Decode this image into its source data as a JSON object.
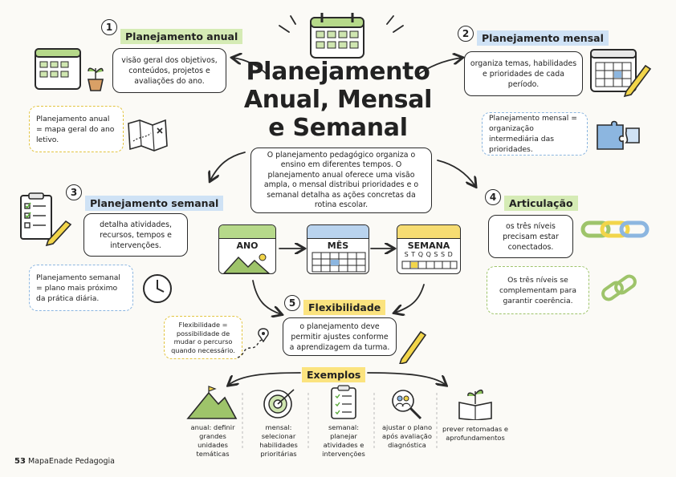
{
  "title": "Planejamento Anual, Mensal e Semanal",
  "title_lines": [
    "Planejamento",
    "Anual, Mensal",
    "e Semanal"
  ],
  "intro": "O planejamento pedagógico organiza o ensino em diferentes tempos. O planejamento anual oferece uma visão ampla, o mensal distribui prioridades e o semanal detalha as ações concretas da rotina escolar.",
  "sections": [
    {
      "number": "1",
      "title": "Planejamento anual",
      "text": "visão geral dos objetivos, conteúdos, projetos e avaliações do ano.",
      "note": "Planejamento anual = mapa geral do ano letivo."
    },
    {
      "number": "2",
      "title": "Planejamento mensal",
      "text": "organiza temas, habilidades e prioridades de cada período.",
      "note": "Planejamento mensal = organização intermediária das prioridades."
    },
    {
      "number": "3",
      "title": "Planejamento semanal",
      "text": "detalha atividades, recursos, tempos e intervenções.",
      "note": "Planejamento semanal = plano mais próximo da prática diária."
    },
    {
      "number": "4",
      "title": "Articulação",
      "text": "os três níveis precisam estar conectados.",
      "note": "Os três níveis se complementam para garantir coerência."
    },
    {
      "number": "5",
      "title": "Flexibilidade",
      "text": "o planejamento deve permitir ajustes conforme a aprendizagem da turma.",
      "note": "Flexibilidade = possibilidade de mudar o percurso quando necessário."
    }
  ],
  "calendars": {
    "year": "ANO",
    "month": "MÊS",
    "week": "SEMANA",
    "week_days": "S T Q Q S S D"
  },
  "examples": {
    "heading": "Exemplos",
    "items": [
      "anual: definir grandes unidades temáticas",
      "mensal: selecionar habilidades prioritárias",
      "semanal: planejar atividades e intervenções",
      "ajustar o plano após avaliação diagnóstica",
      "prever retomadas e aprofundamentos"
    ]
  },
  "footer": {
    "page": "53",
    "brand": "MapaEnade Pedagogia"
  },
  "colors": {
    "green": "#9ec46a",
    "blue": "#8cb6e0",
    "yellow": "#f2d54a",
    "ink": "#2a2a2a"
  }
}
